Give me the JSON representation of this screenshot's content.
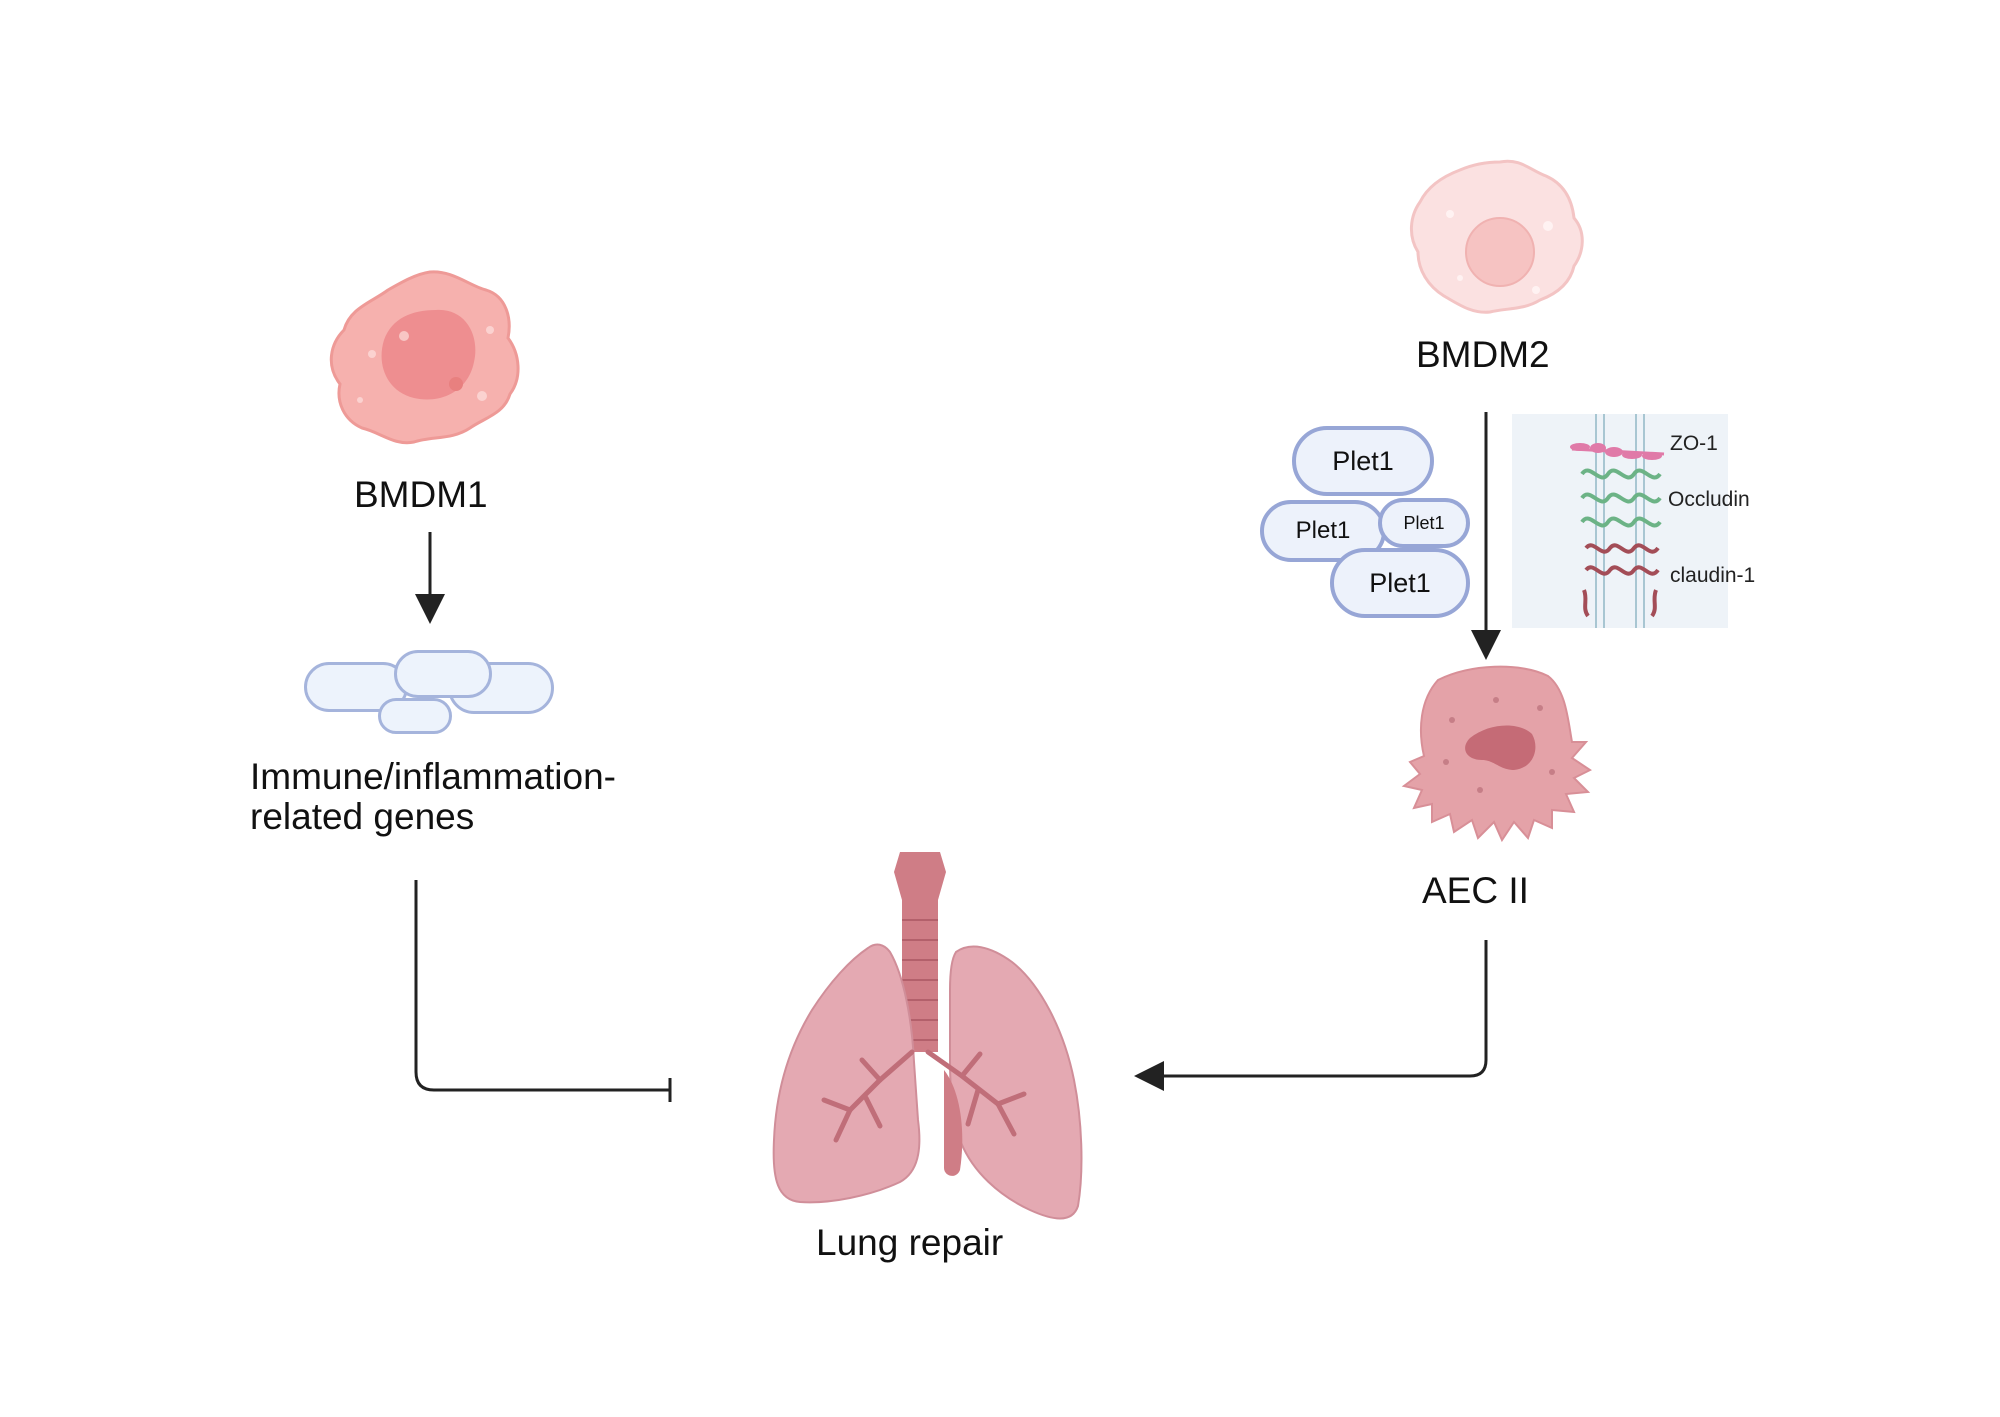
{
  "labels": {
    "bmdm1": "BMDM1",
    "bmdm2": "BMDM2",
    "genes_line1": "Immune/inflammation-",
    "genes_line2": "related genes",
    "aec2": "AEC II",
    "lung_repair": "Lung repair"
  },
  "plet1_labels": [
    "Plet1",
    "Plet1",
    "Plet1",
    "Plet1"
  ],
  "tight_junction": {
    "zo1": "ZO-1",
    "occludin": "Occludin",
    "claudin": "claudin-1"
  },
  "colors": {
    "cell_pink": "#f3a6a6",
    "nucleus_pink": "#ee8f92",
    "aec_pink": "#de9aa1",
    "lung_pink": "#e3a6b0",
    "trachea": "#cf7d86",
    "pill_border": "#97a6d6",
    "pill_fill": "#edf2fb",
    "zo1": "#e07aa8",
    "occludin": "#6cb386",
    "claudin": "#a34d57",
    "arrow": "#222222"
  },
  "icons": [
    "macrophage-cell-icon",
    "macrophage-cell-icon",
    "alveolar-cell-icon",
    "lungs-icon",
    "tight-junction-icon"
  ]
}
